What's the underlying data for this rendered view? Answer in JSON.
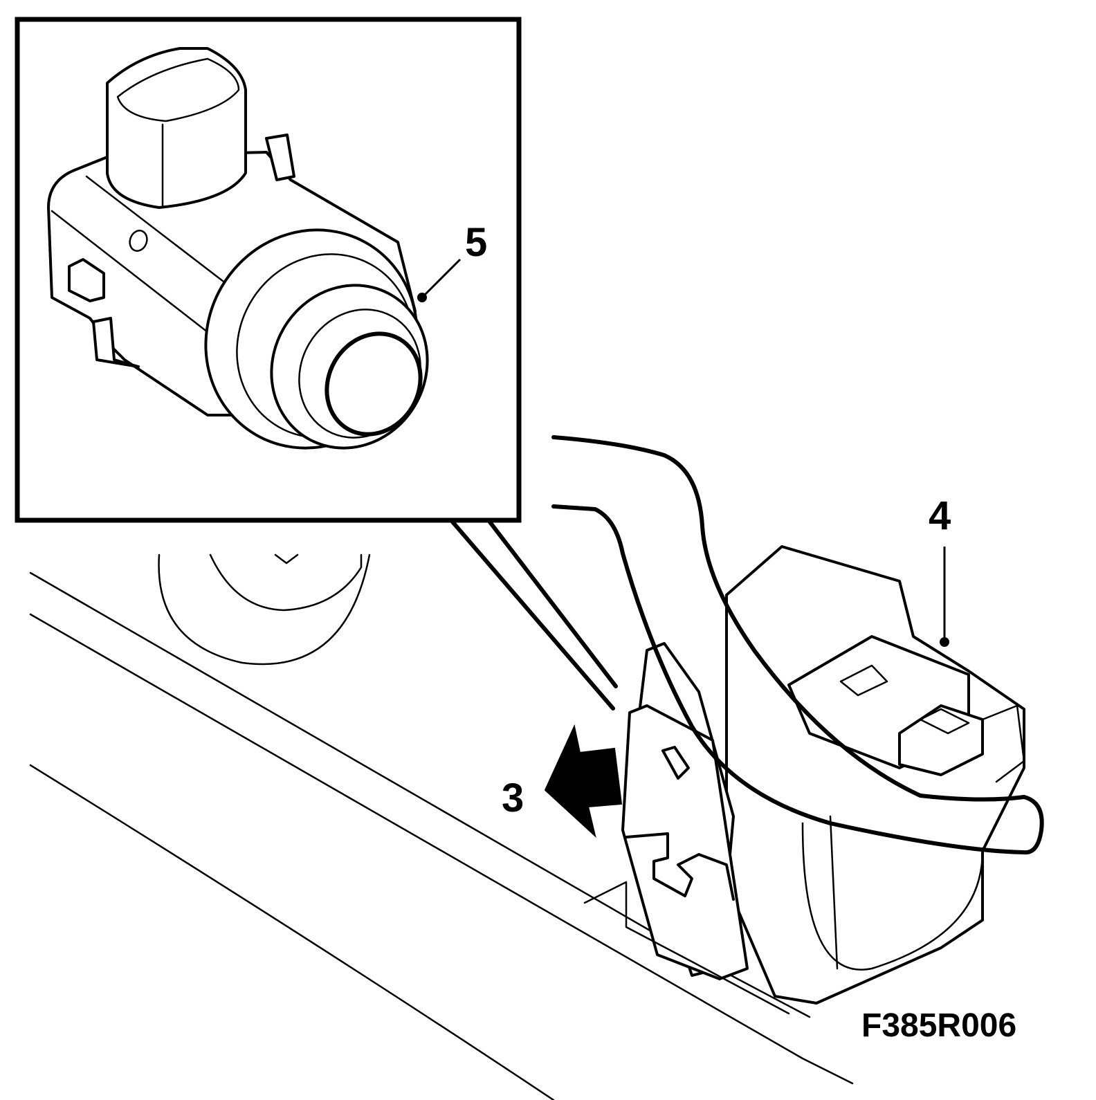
{
  "callouts": {
    "label_5": "5",
    "label_4": "4",
    "label_3": "3"
  },
  "figure_code": "F385R006",
  "icons": {
    "sensor": "parking-sensor-icon",
    "arrow": "direction-arrow-icon"
  },
  "colors": {
    "ink": "#000000",
    "paper": "#ffffff"
  }
}
